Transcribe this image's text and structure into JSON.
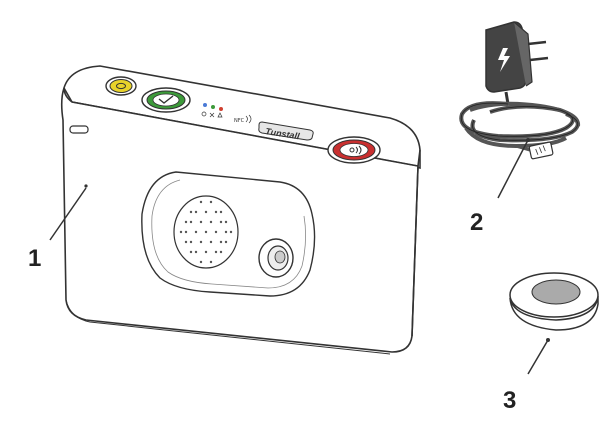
{
  "callouts": [
    {
      "id": "1",
      "label": "1"
    },
    {
      "id": "2",
      "label": "2"
    },
    {
      "id": "3",
      "label": "3"
    }
  ],
  "device": {
    "brand_label": "Tunstall",
    "nfc_label": "NFC"
  },
  "colors": {
    "line": "#333333",
    "body_fill": "#ffffff",
    "button_yellow": "#e8d22a",
    "button_green": "#3d9a3a",
    "button_red": "#c93030",
    "led_blue": "#4a7ad6",
    "led_green": "#3d9a3a",
    "led_red": "#d04030",
    "cable": "#555555",
    "adapter": "#444444",
    "pendant_center": "#aaaaaa"
  },
  "icons": [
    "phone-icon",
    "check-icon",
    "alarm-icon",
    "lightning-icon"
  ]
}
